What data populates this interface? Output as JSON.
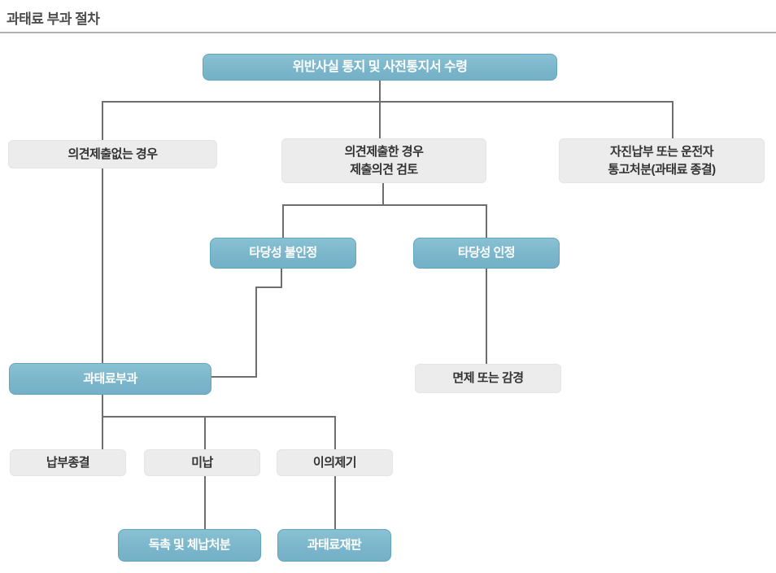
{
  "page": {
    "title": "과태료 부과 절차"
  },
  "colors": {
    "node_blue": "#7bb6cb",
    "node_blue_border": "#61a6bf",
    "node_gray": "#ececec",
    "node_text_blue": "#ffffff",
    "node_text_gray": "#333333",
    "connector": "#6e6e6e",
    "title_text": "#4d4d4d",
    "divider": "#b3b3b3"
  },
  "diagram": {
    "nodes": {
      "receive": {
        "label": "위반사실 통지 및 사전통지서 수령"
      },
      "no_opinion": {
        "label": "의견제출없는 경우"
      },
      "opinion_review": {
        "lines": [
          "의견제출한 경우",
          "제출의견 검토"
        ]
      },
      "voluntary": {
        "lines": [
          "자진납부 또는 운전자",
          "통고처분(과태료 종결)"
        ]
      },
      "not_valid": {
        "label": "타당성 불인정"
      },
      "valid": {
        "label": "타당성 인정"
      },
      "impose": {
        "label": "과태료부과"
      },
      "exempt": {
        "label": "면제 또는 감경"
      },
      "payment_end": {
        "label": "납부종결"
      },
      "unpaid": {
        "label": "미납"
      },
      "objection": {
        "label": "이의제기"
      },
      "dunning": {
        "label": "독촉 및 체납처분"
      },
      "trial": {
        "label": "과태료재판"
      }
    }
  }
}
